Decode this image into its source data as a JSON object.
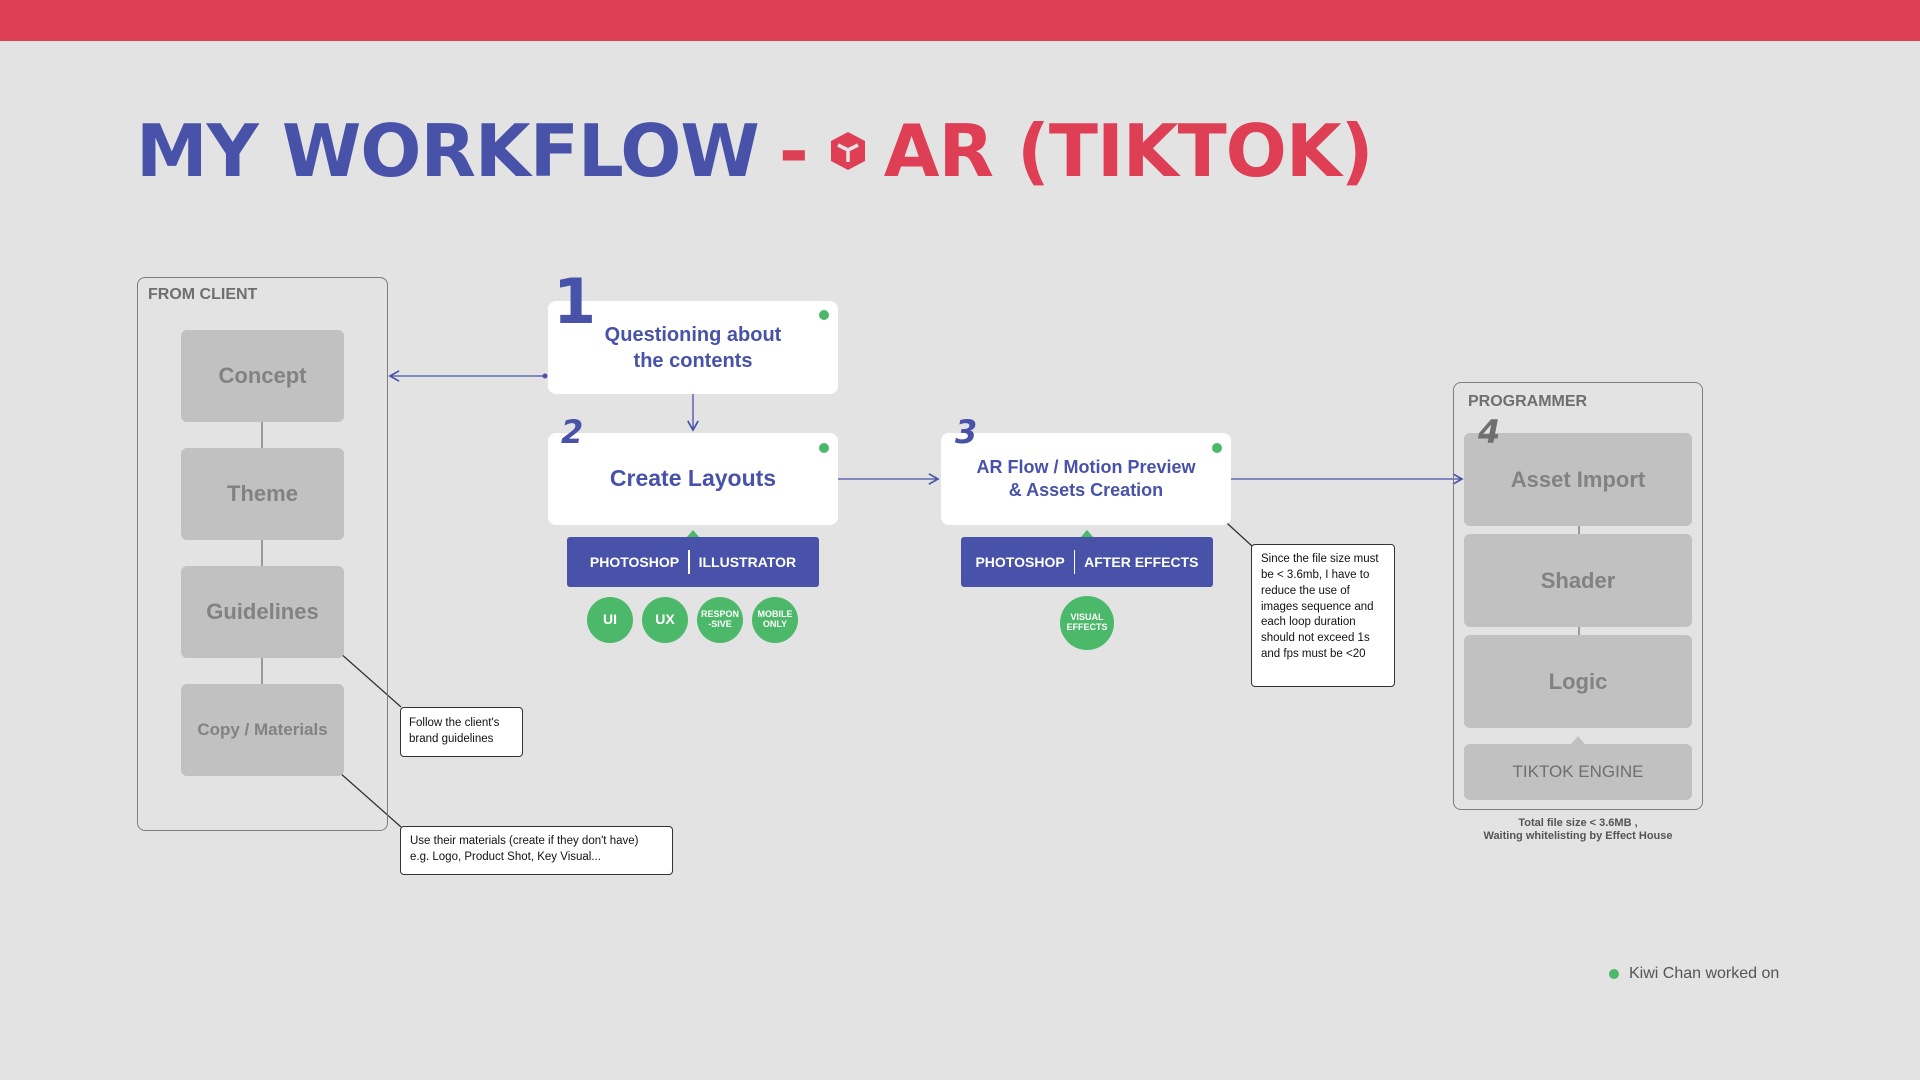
{
  "title": {
    "part1": "MY WORKFLOW",
    "dash": "-",
    "part2": "AR (TIKTOK)",
    "icon": "ar-cube-icon"
  },
  "from_client": {
    "label": "FROM CLIENT",
    "items": [
      "Concept",
      "Theme",
      "Guidelines",
      "Copy / Materials"
    ]
  },
  "steps": [
    {
      "number": "1",
      "line1": "Questioning about",
      "line2": "the contents"
    },
    {
      "number": "2",
      "label": "Create Layouts",
      "tools": [
        "PHOTOSHOP",
        "ILLUSTRATOR"
      ],
      "tags": [
        "UI",
        "UX",
        "RESPON -SIVE",
        "MOBILE ONLY"
      ]
    },
    {
      "number": "3",
      "line1": "AR Flow / Motion Preview",
      "line2": "& Assets Creation",
      "tools": [
        "PHOTOSHOP",
        "AFTER EFFECTS"
      ],
      "tags": [
        "VISUAL EFFECTS"
      ]
    }
  ],
  "programmer": {
    "label": "PROGRAMMER",
    "number": "4",
    "items": [
      "Asset Import",
      "Shader",
      "Logic"
    ],
    "engine": "TIKTOK ENGINE",
    "caption_line1": "Total file size < 3.6MB ,",
    "caption_line2": "Waiting whitelisting by Effect House"
  },
  "notes": {
    "guidelines": "Follow the client's brand guidelines",
    "materials_line1": "Use their materials (create if they don't have)",
    "materials_line2": "e.g. Logo, Product Shot, Key Visual...",
    "filesize": "Since the file size must be < 3.6mb, I have to reduce the use of images sequence and each loop duration should not exceed 1s and fps must be <20"
  },
  "legend": "Kiwi Chan worked on",
  "colors": {
    "accent_red": "#de3f55",
    "primary_blue": "#4752a8",
    "worked_on_green": "#4cb86a",
    "inactive_gray": "#c1c1c1"
  }
}
